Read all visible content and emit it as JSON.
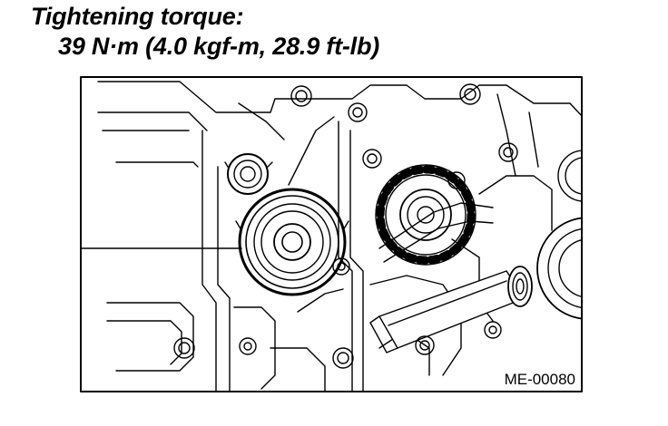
{
  "spec": {
    "line1": "Tightening torque:",
    "line2": "39 N·m (4.0 kgf-m, 28.9 ft-lb)"
  },
  "figure": {
    "code": "ME-00080",
    "line_color": "#000000",
    "background": "#ffffff"
  }
}
